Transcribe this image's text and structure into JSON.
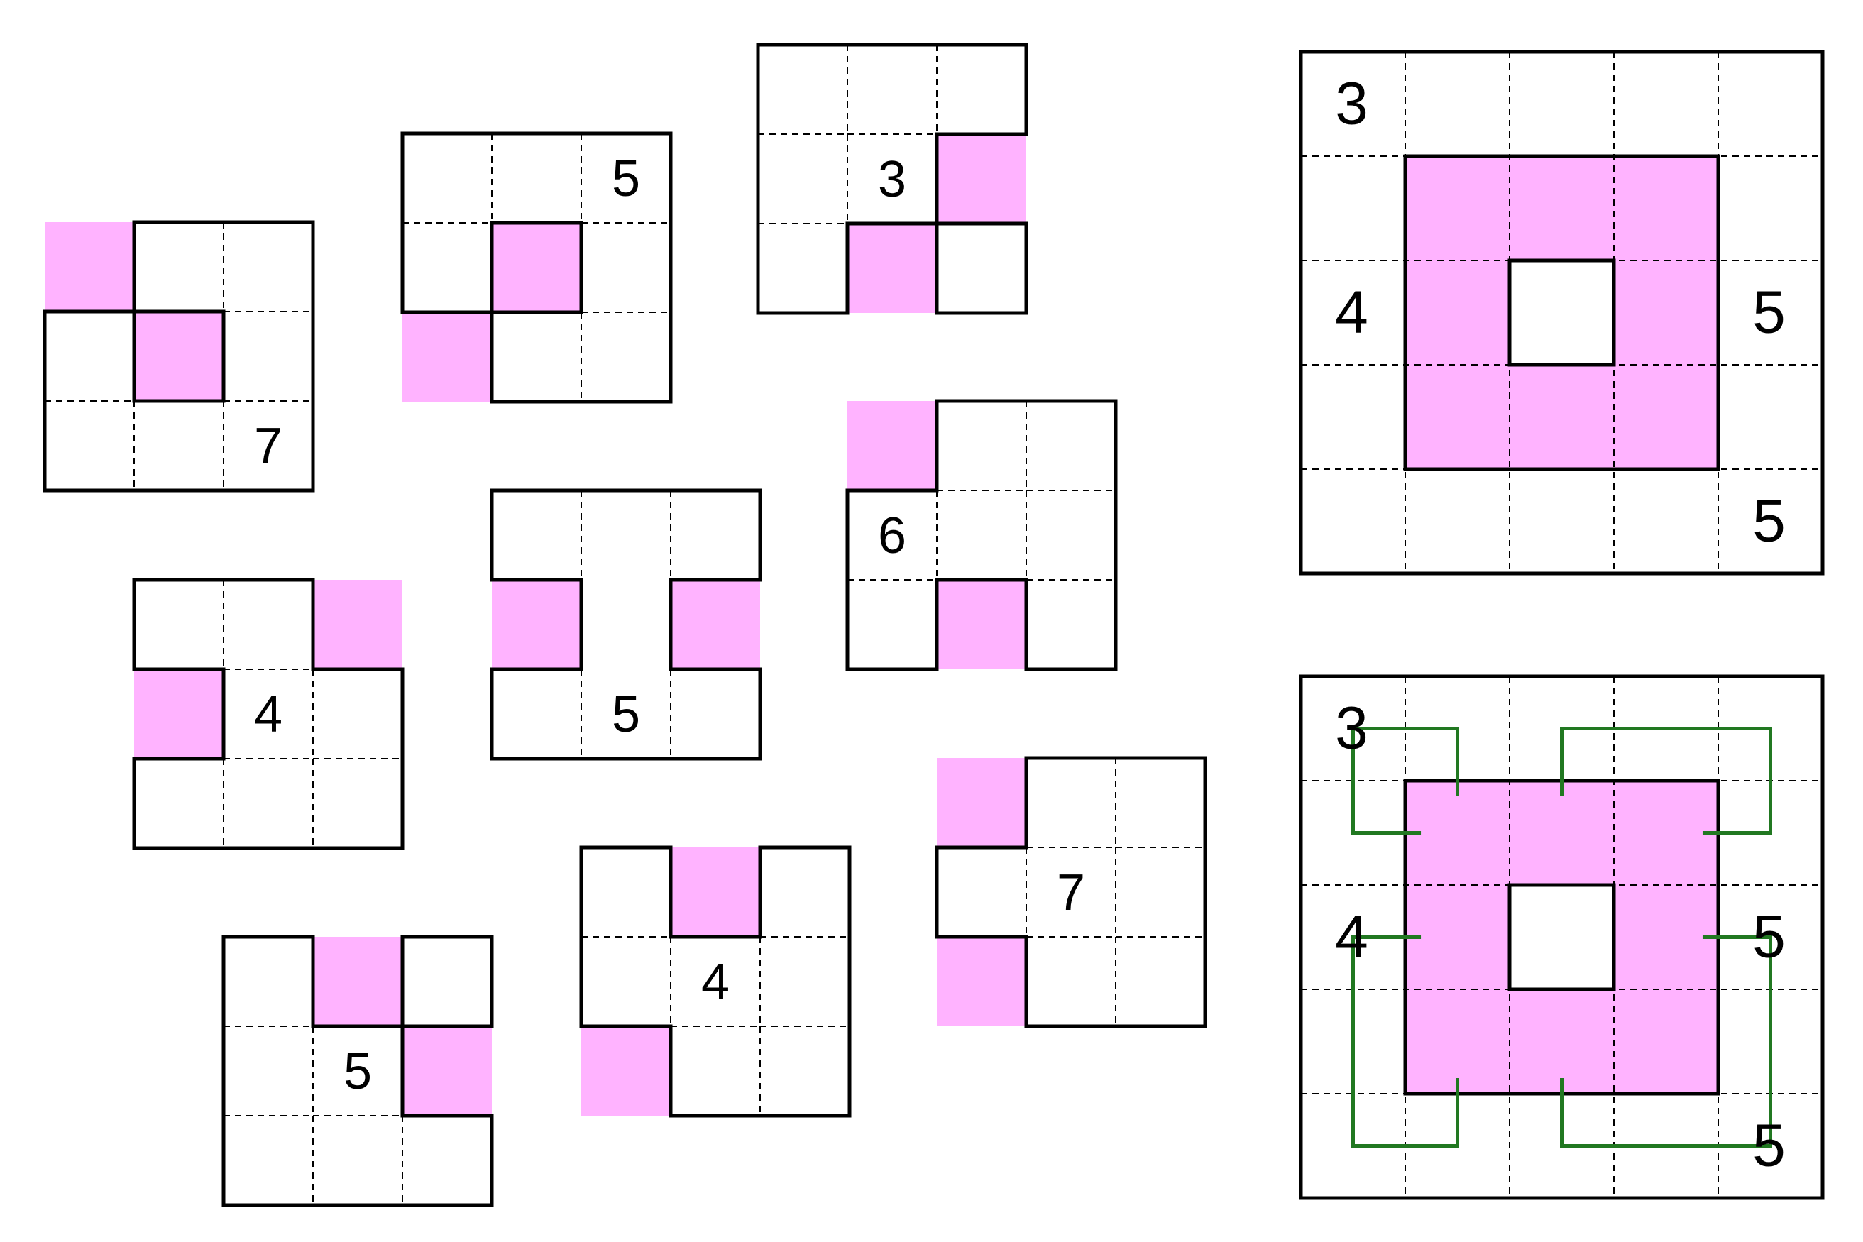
{
  "colors": {
    "fill": "#ffb3ff",
    "wall": "#000000",
    "grid": "#000000",
    "path": "#217821",
    "background": "#ffffff"
  },
  "pieces": [
    {
      "id": "a",
      "clue": "7",
      "clue_cell": [
        2,
        2
      ],
      "shaded": [
        [
          0,
          0
        ],
        [
          1,
          1
        ]
      ],
      "blank": []
    },
    {
      "id": "b",
      "clue": "5",
      "clue_cell": [
        2,
        0
      ],
      "shaded": [
        [
          1,
          1
        ],
        [
          0,
          2
        ]
      ],
      "blank": []
    },
    {
      "id": "c",
      "clue": "3",
      "clue_cell": [
        1,
        1
      ],
      "shaded": [
        [
          2,
          1
        ],
        [
          1,
          2
        ]
      ],
      "blank": []
    },
    {
      "id": "d",
      "clue": "6",
      "clue_cell": [
        0,
        1
      ],
      "shaded": [
        [
          0,
          0
        ],
        [
          1,
          2
        ]
      ],
      "blank": []
    },
    {
      "id": "e",
      "clue": "4",
      "clue_cell": [
        1,
        1
      ],
      "shaded": [
        [
          2,
          0
        ],
        [
          0,
          1
        ]
      ],
      "blank": []
    },
    {
      "id": "f",
      "clue": "5",
      "clue_cell": [
        1,
        2
      ],
      "shaded": [
        [
          0,
          1
        ],
        [
          2,
          1
        ]
      ],
      "blank": [
        [
          1,
          1
        ]
      ]
    },
    {
      "id": "g",
      "clue": "7",
      "clue_cell": [
        1,
        1
      ],
      "shaded": [
        [
          0,
          0
        ],
        [
          0,
          2
        ]
      ],
      "blank": []
    },
    {
      "id": "h",
      "clue": "5",
      "clue_cell": [
        1,
        1
      ],
      "shaded": [
        [
          1,
          0
        ],
        [
          2,
          1
        ]
      ],
      "blank": []
    },
    {
      "id": "i",
      "clue": "4",
      "clue_cell": [
        1,
        1
      ],
      "shaded": [
        [
          1,
          0
        ],
        [
          0,
          2
        ]
      ],
      "blank": []
    }
  ],
  "boards": [
    {
      "id": "puzzle",
      "size": 5,
      "clues": [
        {
          "text": "3",
          "cell": [
            0,
            0
          ]
        },
        {
          "text": "4",
          "cell": [
            0,
            2
          ]
        },
        {
          "text": "5",
          "cell": [
            4,
            2
          ]
        },
        {
          "text": "5",
          "cell": [
            4,
            4
          ]
        }
      ],
      "shaded_rect": [
        1,
        1,
        4,
        4
      ],
      "hole": [
        2,
        2
      ],
      "show_path": false
    },
    {
      "id": "solution",
      "size": 5,
      "clues": [
        {
          "text": "3",
          "cell": [
            0,
            0
          ]
        },
        {
          "text": "4",
          "cell": [
            0,
            2
          ]
        },
        {
          "text": "5",
          "cell": [
            4,
            2
          ]
        },
        {
          "text": "5",
          "cell": [
            4,
            4
          ]
        }
      ],
      "shaded_rect": [
        1,
        1,
        4,
        4
      ],
      "hole": [
        2,
        2
      ],
      "show_path": true
    }
  ]
}
